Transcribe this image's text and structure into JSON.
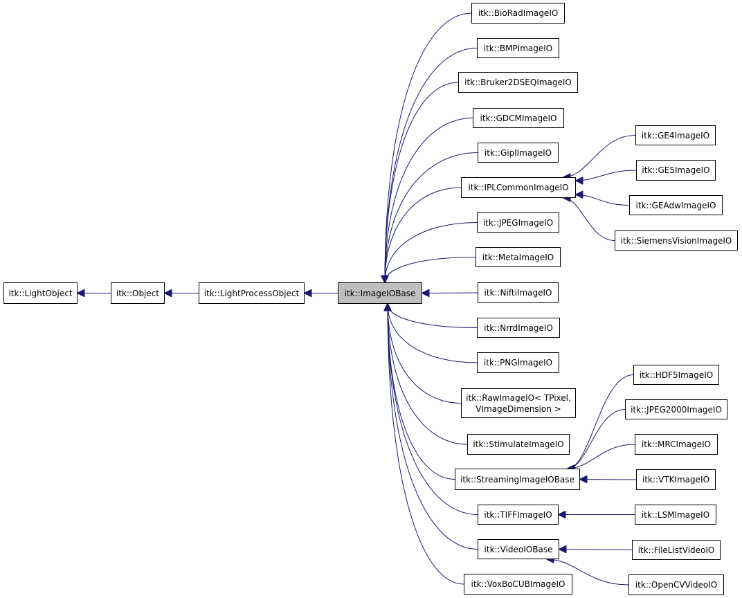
{
  "diagram": {
    "colors": {
      "edge": "#191970",
      "current_fill": "#bfbfbf",
      "node_border": "#000000"
    },
    "nodes": [
      {
        "id": "lightobject",
        "label": "itk::LightObject"
      },
      {
        "id": "object",
        "label": "itk::Object"
      },
      {
        "id": "lightprocessobject",
        "label": "itk::LightProcessObject"
      },
      {
        "id": "imageiobase",
        "label": "itk::ImageIOBase",
        "current": true
      },
      {
        "id": "bioradimageio",
        "label": "itk::BioRadImageIO"
      },
      {
        "id": "bmpimageio",
        "label": "itk::BMPImageIO"
      },
      {
        "id": "bruker2dseqimageio",
        "label": "itk::Bruker2DSEQImageIO"
      },
      {
        "id": "gdcmimageio",
        "label": "itk::GDCMImageIO"
      },
      {
        "id": "giplimageio",
        "label": "itk::GiplImageIO"
      },
      {
        "id": "iplcommonimageio",
        "label": "itk::IPLCommonImageIO"
      },
      {
        "id": "jpegimageio",
        "label": "itk::JPEGImageIO"
      },
      {
        "id": "metaimageio",
        "label": "itk::MetaImageIO"
      },
      {
        "id": "niftiimageio",
        "label": "itk::NiftiImageIO"
      },
      {
        "id": "nrrdimageio",
        "label": "itk::NrrdImageIO"
      },
      {
        "id": "pngimageio",
        "label": "itk::PNGImageIO"
      },
      {
        "id": "rawimageio",
        "label": "itk::RawImageIO< TPixel,\nVImageDimension >"
      },
      {
        "id": "stimulateimageio",
        "label": "itk::StimulateImageIO"
      },
      {
        "id": "streamingimageiobase",
        "label": "itk::StreamingImageIOBase"
      },
      {
        "id": "tiffimageio",
        "label": "itk::TIFFImageIO"
      },
      {
        "id": "videoiobase",
        "label": "itk::VideoIOBase"
      },
      {
        "id": "voxbocubimageio",
        "label": "itk::VoxBoCUBImageIO"
      },
      {
        "id": "ge4imageio",
        "label": "itk::GE4ImageIO"
      },
      {
        "id": "ge5imageio",
        "label": "itk::GE5ImageIO"
      },
      {
        "id": "geadwimageio",
        "label": "itk::GEAdwImageIO"
      },
      {
        "id": "siemensvisionimageio",
        "label": "itk::SiemensVisionImageIO"
      },
      {
        "id": "hdf5imageio",
        "label": "itk::HDF5ImageIO"
      },
      {
        "id": "jpeg2000imageio",
        "label": "itk::JPEG2000ImageIO"
      },
      {
        "id": "mrcimageio",
        "label": "itk::MRCImageIO"
      },
      {
        "id": "vtkimageio",
        "label": "itk::VTKImageIO"
      },
      {
        "id": "lsmimageio",
        "label": "itk::LSMImageIO"
      },
      {
        "id": "filelistvideoio",
        "label": "itk::FileListVideoIO"
      },
      {
        "id": "opencvvideoio",
        "label": "itk::OpenCVVideoIO"
      }
    ],
    "edges": [
      {
        "from": "object",
        "to": "lightobject"
      },
      {
        "from": "lightprocessobject",
        "to": "object"
      },
      {
        "from": "imageiobase",
        "to": "lightprocessobject"
      },
      {
        "from": "bioradimageio",
        "to": "imageiobase"
      },
      {
        "from": "bmpimageio",
        "to": "imageiobase"
      },
      {
        "from": "bruker2dseqimageio",
        "to": "imageiobase"
      },
      {
        "from": "gdcmimageio",
        "to": "imageiobase"
      },
      {
        "from": "giplimageio",
        "to": "imageiobase"
      },
      {
        "from": "iplcommonimageio",
        "to": "imageiobase"
      },
      {
        "from": "jpegimageio",
        "to": "imageiobase"
      },
      {
        "from": "metaimageio",
        "to": "imageiobase"
      },
      {
        "from": "niftiimageio",
        "to": "imageiobase"
      },
      {
        "from": "nrrdimageio",
        "to": "imageiobase"
      },
      {
        "from": "pngimageio",
        "to": "imageiobase"
      },
      {
        "from": "rawimageio",
        "to": "imageiobase"
      },
      {
        "from": "stimulateimageio",
        "to": "imageiobase"
      },
      {
        "from": "streamingimageiobase",
        "to": "imageiobase"
      },
      {
        "from": "tiffimageio",
        "to": "imageiobase"
      },
      {
        "from": "videoiobase",
        "to": "imageiobase"
      },
      {
        "from": "voxbocubimageio",
        "to": "imageiobase"
      },
      {
        "from": "ge4imageio",
        "to": "iplcommonimageio"
      },
      {
        "from": "ge5imageio",
        "to": "iplcommonimageio"
      },
      {
        "from": "geadwimageio",
        "to": "iplcommonimageio"
      },
      {
        "from": "siemensvisionimageio",
        "to": "iplcommonimageio"
      },
      {
        "from": "hdf5imageio",
        "to": "streamingimageiobase"
      },
      {
        "from": "jpeg2000imageio",
        "to": "streamingimageiobase"
      },
      {
        "from": "mrcimageio",
        "to": "streamingimageiobase"
      },
      {
        "from": "vtkimageio",
        "to": "streamingimageiobase"
      },
      {
        "from": "lsmimageio",
        "to": "tiffimageio"
      },
      {
        "from": "filelistvideoio",
        "to": "videoiobase"
      },
      {
        "from": "opencvvideoio",
        "to": "videoiobase"
      }
    ]
  }
}
